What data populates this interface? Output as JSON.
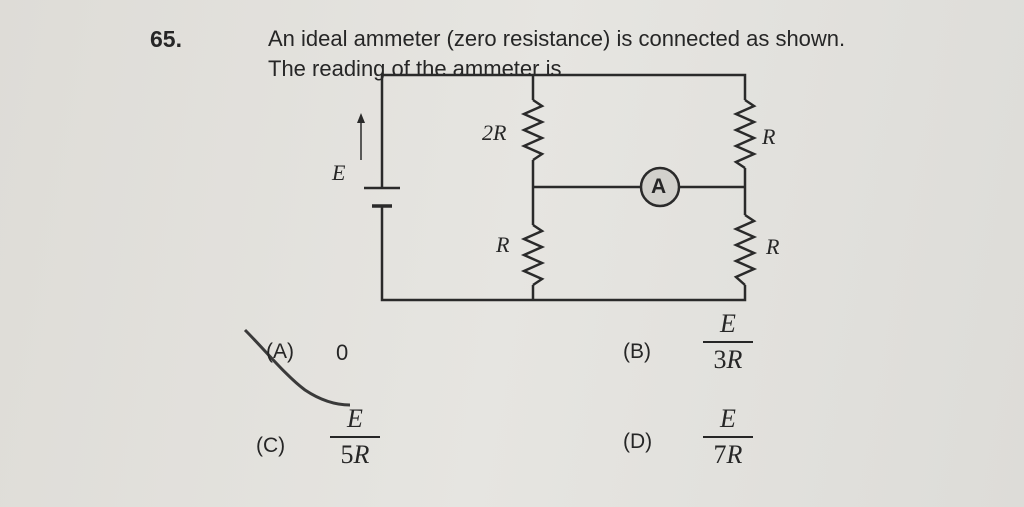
{
  "question": {
    "number": "65.",
    "line1": "An ideal ammeter (zero resistance) is connected as shown.",
    "line2": "The reading of the ammeter is"
  },
  "circuit": {
    "emf_label": "E",
    "ammeter_label": "A",
    "resistors": {
      "middle_top": "2R",
      "middle_bottom": "R",
      "right_top": "R",
      "right_bottom": "R"
    }
  },
  "options": [
    {
      "label": "(A)",
      "value": "0"
    },
    {
      "label": "(B)",
      "numerator": "E",
      "denominator_coef": "3",
      "denominator_var": "R"
    },
    {
      "label": "(C)",
      "numerator": "E",
      "denominator_coef": "5",
      "denominator_var": "R"
    },
    {
      "label": "(D)",
      "numerator": "E",
      "denominator_coef": "7",
      "denominator_var": "R"
    }
  ]
}
